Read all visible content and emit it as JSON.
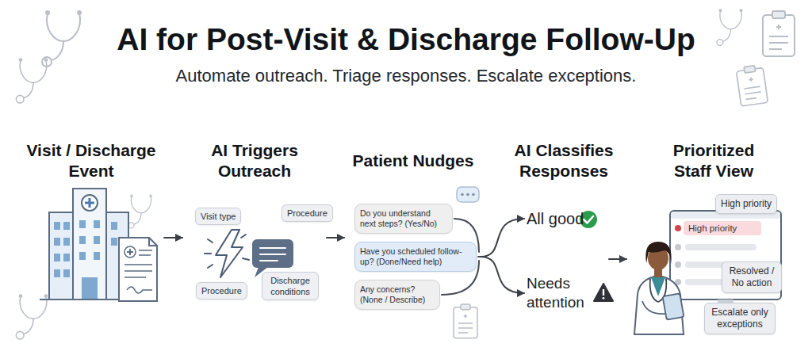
{
  "diagram": {
    "title": "AI for Post-Visit & Discharge Follow-Up",
    "nodes": [
      {
        "text": [
          "Visit / Discharge Event"
        ]
      },
      {
        "text": [
          "AI Triggers Outreach"
        ]
      },
      {
        "text": [
          "Visit type"
        ],
        "in": 1
      },
      {
        "text": [
          "Procedure"
        ],
        "in": 1
      },
      {
        "text": [
          "Procedure"
        ],
        "in": 1
      },
      {
        "text": [
          "Discharge conditions"
        ],
        "in": 1
      },
      {
        "text": [
          "Patient Nudges"
        ]
      },
      {
        "text": [
          "Do you understand next steps? (Yes/No)"
        ],
        "in": 6
      },
      {
        "text": [
          "Have you scheduled follow-up? (Done/Need help)"
        ],
        "in": 6
      },
      {
        "text": [
          "Any concerns? (None / Describe)"
        ],
        "in": 6
      },
      {
        "text": [
          "AI Classifies Responses"
        ]
      },
      {
        "text": [
          "All good"
        ],
        "in": 10
      },
      {
        "text": [
          "Needs attention"
        ],
        "in": 10
      },
      {
        "text": [
          "Prioritized Staff View"
        ]
      },
      {
        "text": [
          "High priority"
        ],
        "in": 13
      },
      {
        "text": [
          "High priority"
        ],
        "in": 13
      },
      {
        "text": [
          "Resolved / No action"
        ],
        "in": 13
      },
      {
        "text": [
          "Escalate only exceptions"
        ],
        "in": 13
      }
    ],
    "edges": [
      {
        "from": 0,
        "to": 1,
        "arrow": "to"
      },
      {
        "from": 1,
        "to": 6,
        "arrow": "to"
      },
      {
        "from": 6,
        "to": 11,
        "arrow": "to"
      },
      {
        "from": 6,
        "to": 12,
        "arrow": "to"
      },
      {
        "from": 10,
        "to": 13,
        "arrow": "to"
      }
    ],
    "labels": [
      "Automate outreach. Triage responses. Escalate exceptions."
    ]
  }
}
